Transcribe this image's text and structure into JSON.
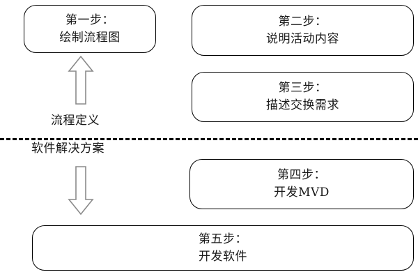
{
  "diagram": {
    "type": "flow-steps",
    "boxes": [
      {
        "id": "step-1",
        "lines": [
          "第一步：",
          "绘制流程图"
        ]
      },
      {
        "id": "step-2",
        "lines": [
          "第二步：",
          "说明活动内容"
        ]
      },
      {
        "id": "step-3",
        "lines": [
          "第三步：",
          "描述交换需求"
        ]
      },
      {
        "id": "step-4",
        "lines": [
          "第四步：",
          "开发MVD"
        ]
      },
      {
        "id": "step-5",
        "lines": [
          "第五步：",
          "开发软件"
        ]
      }
    ],
    "labels": {
      "process_definition": "流程定义",
      "software_solution": "软件解决方案"
    },
    "arrows": [
      {
        "id": "arrow-up",
        "direction": "up"
      },
      {
        "id": "arrow-down",
        "direction": "down"
      }
    ],
    "divider": {
      "style": "dashed"
    },
    "colors": {
      "box_border": "#000000",
      "box_fill": "#ffffff",
      "text": "#1a1a1a",
      "arrow_outline": "#8a8a8a",
      "arrow_fill": "#ffffff",
      "divider": "#000000",
      "background": "#ffffff"
    }
  }
}
